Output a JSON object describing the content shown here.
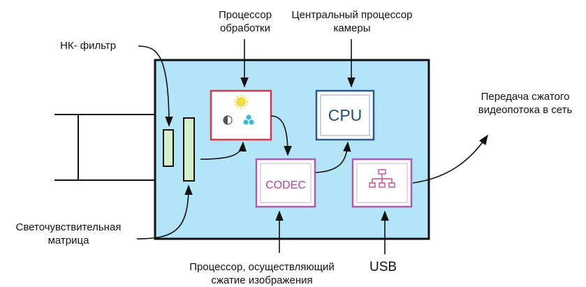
{
  "labels": {
    "nk_filter": "НК- фильтр",
    "processing_cpu": [
      "Процессор",
      "обработки"
    ],
    "camera_cpu": [
      "Центральный процессор",
      "камеры"
    ],
    "stream_out": [
      "Передача сжатого",
      "видеопотока в сеть"
    ],
    "sensor": [
      "Светочувствительная",
      "матрица"
    ],
    "codec_processor": [
      "Процессор, осуществляющий",
      "сжатие изображения"
    ],
    "usb": "USB"
  },
  "blocks": {
    "cpu": "CPU",
    "codec": "CODEC"
  },
  "icons": {
    "processing": [
      "sun-icon",
      "contrast-icon",
      "color-dots-icon"
    ],
    "network": "network-tree-icon"
  },
  "colors": {
    "camera_body": "#b4e4f7",
    "processing_border": "#d23a4a",
    "cpu_border": "#2a5a8e",
    "cpu_text": "#1f4e87",
    "codec_border": "#a95bb0",
    "codec_text": "#b2439a",
    "network_icon": "#c04a90",
    "sun": "#f2e040",
    "dots": "#3ab8d8",
    "module_fill": "#d8efcc"
  }
}
